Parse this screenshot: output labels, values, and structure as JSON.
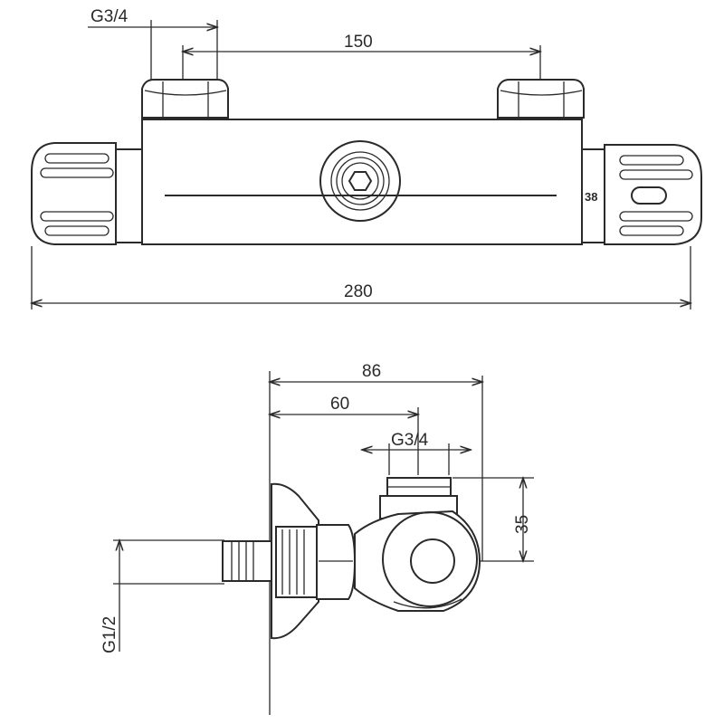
{
  "top_view": {
    "dim_inlet_thread": "G3/4",
    "dim_inlet_spacing": "150",
    "dim_total_length": "280",
    "handle_marking": "38"
  },
  "side_view": {
    "dim_depth_total": "86",
    "dim_depth_outlet": "60",
    "dim_outlet_thread": "G3/4",
    "dim_outlet_height": "35",
    "dim_inlet_thread": "G1/2"
  }
}
